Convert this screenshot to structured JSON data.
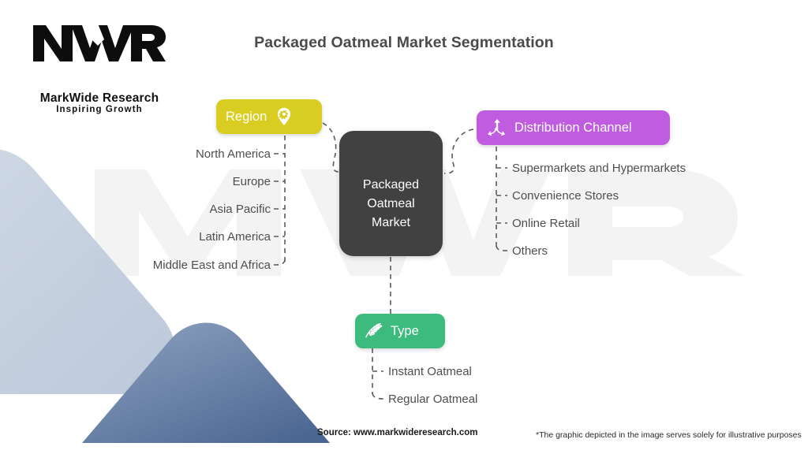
{
  "brand": {
    "logo_mark_icon": "mwr-monogram-icon",
    "name": "MarkWide Research",
    "tagline": "Inspiring Growth",
    "watermark_text": "MWR"
  },
  "header": {
    "title": "Packaged Oatmeal Market Segmentation"
  },
  "center": {
    "line1": "Packaged",
    "line2": "Oatmeal",
    "line3": "Market"
  },
  "branches": [
    {
      "id": "region",
      "label": "Region",
      "icon": "location-pin-gear-icon",
      "color": "#d8cd20",
      "items": [
        "North America",
        "Europe",
        "Asia Pacific",
        "Latin America",
        "Middle East and Africa"
      ]
    },
    {
      "id": "distribution-channel",
      "label": "Distribution Channel",
      "icon": "distribution-arrows-icon",
      "color": "#c05ce0",
      "items": [
        "Supermarkets and Hypermarkets",
        "Convenience Stores",
        "Online Retail",
        "Others"
      ]
    },
    {
      "id": "type",
      "label": "Type",
      "icon": "wheat-stalk-icon",
      "color": "#3dba7e",
      "items": [
        "Instant Oatmeal",
        "Regular Oatmeal"
      ]
    }
  ],
  "footer": {
    "source": "Source: www.markwideresearch.com",
    "disclaimer": "*The graphic depicted in the image serves solely for illustrative purposes"
  },
  "colors": {
    "center_node": "#414141",
    "title_text": "#4a4a4a",
    "leaf_text": "#4e4e4e",
    "connector": "#5a5a5a",
    "decor_light": "#c3cedd",
    "decor_dark": "#5d7aa4"
  }
}
